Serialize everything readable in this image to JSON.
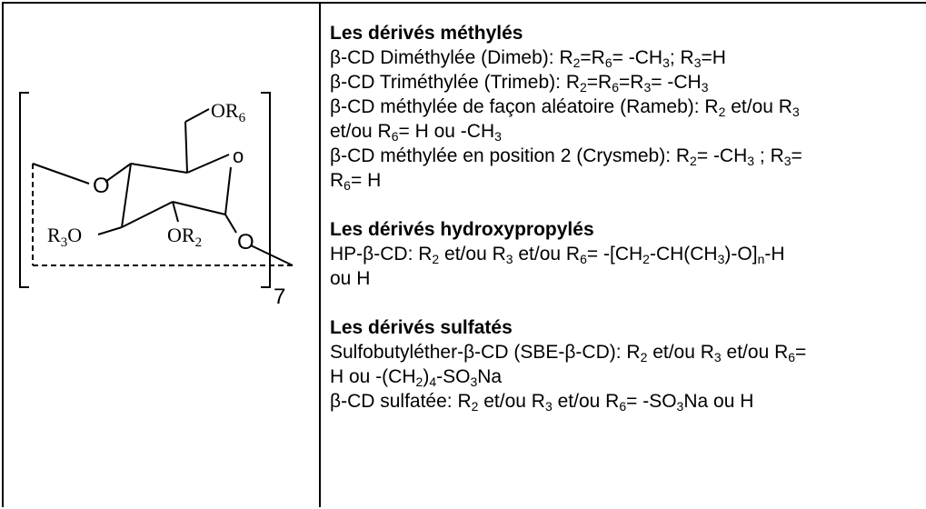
{
  "structure": {
    "or6": "OR",
    "or6_sub": "6",
    "ring_o": "o",
    "o_left": "O",
    "r3o_r": "R",
    "r3o_sub": "3",
    "r3o_o": "O",
    "or2": "OR",
    "or2_sub": "2",
    "o_glyco": "O",
    "repeat": "7"
  },
  "methyl": {
    "heading": "Les dérivés méthylés",
    "lines": [
      [
        {
          "t": "β-CD Diméthylée (Dimeb): R"
        },
        {
          "s": "2"
        },
        {
          "t": "=R"
        },
        {
          "s": "6"
        },
        {
          "t": "= -CH"
        },
        {
          "s": "3"
        },
        {
          "t": "; R"
        },
        {
          "s": "3"
        },
        {
          "t": "=H"
        }
      ],
      [
        {
          "t": "β-CD Triméthylée (Trimeb): R"
        },
        {
          "s": "2"
        },
        {
          "t": "=R"
        },
        {
          "s": "6"
        },
        {
          "t": "=R"
        },
        {
          "s": "3"
        },
        {
          "t": "= -CH"
        },
        {
          "s": "3"
        }
      ],
      [
        {
          "t": "β-CD méthylée de façon aléatoire (Rameb): R"
        },
        {
          "s": "2"
        },
        {
          "t": " et/ou R"
        },
        {
          "s": "3"
        }
      ],
      [
        {
          "t": "et/ou R"
        },
        {
          "s": "6"
        },
        {
          "t": "= H ou -CH"
        },
        {
          "s": "3"
        }
      ],
      [
        {
          "t": "β-CD méthylée en position 2 (Crysmeb): R"
        },
        {
          "s": "2"
        },
        {
          "t": "= -CH"
        },
        {
          "s": "3"
        },
        {
          "t": " ; R"
        },
        {
          "s": "3"
        },
        {
          "t": "="
        }
      ],
      [
        {
          "t": "R"
        },
        {
          "s": "6"
        },
        {
          "t": "= H"
        }
      ]
    ]
  },
  "hydroxy": {
    "heading": "Les dérivés hydroxypropylés",
    "lines": [
      [
        {
          "t": "HP-β-CD: R"
        },
        {
          "s": "2"
        },
        {
          "t": " et/ou R"
        },
        {
          "s": "3"
        },
        {
          "t": " et/ou R"
        },
        {
          "s": "6"
        },
        {
          "t": "=  -[CH"
        },
        {
          "s": "2"
        },
        {
          "t": "-CH(CH"
        },
        {
          "s": "3"
        },
        {
          "t": ")-O]"
        },
        {
          "s": "n"
        },
        {
          "t": "-H"
        }
      ],
      [
        {
          "t": "ou H"
        }
      ]
    ]
  },
  "sulfate": {
    "heading": "Les dérivés sulfatés",
    "lines": [
      [
        {
          "t": "Sulfobutyléther-β-CD (SBE-β-CD): R"
        },
        {
          "s": "2"
        },
        {
          "t": " et/ou R"
        },
        {
          "s": "3"
        },
        {
          "t": " et/ou R"
        },
        {
          "s": "6"
        },
        {
          "t": "="
        }
      ],
      [
        {
          "t": "H ou -(CH"
        },
        {
          "s": "2"
        },
        {
          "t": ")"
        },
        {
          "s": "4"
        },
        {
          "t": "-SO"
        },
        {
          "s": "3"
        },
        {
          "t": "Na"
        }
      ],
      [
        {
          "t": "β-CD sulfatée: R"
        },
        {
          "s": "2"
        },
        {
          "t": " et/ou R"
        },
        {
          "s": "3"
        },
        {
          "t": " et/ou R"
        },
        {
          "s": "6"
        },
        {
          "t": "= -SO"
        },
        {
          "s": "3"
        },
        {
          "t": "Na ou H"
        }
      ]
    ]
  }
}
